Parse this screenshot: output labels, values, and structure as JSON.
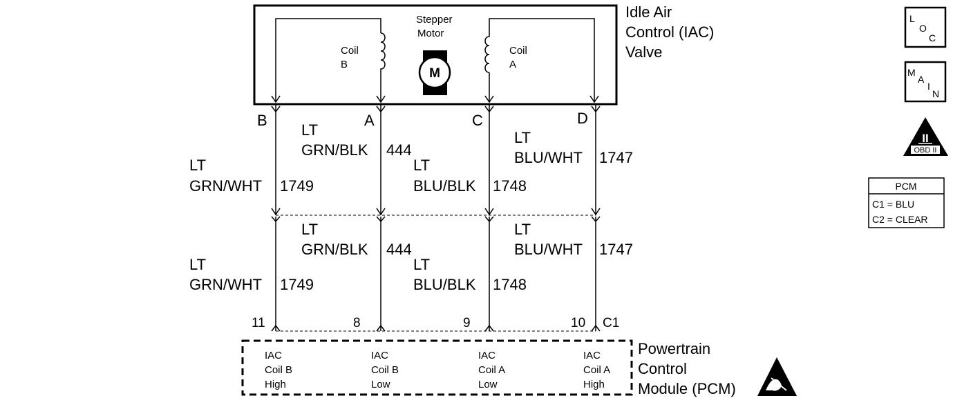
{
  "iac_valve": {
    "title_lines": [
      "Idle Air",
      "Control (IAC)",
      "Valve"
    ],
    "stepper_lines": [
      "Stepper",
      "Motor"
    ],
    "motor_symbol": "M",
    "coil_b_lines": [
      "Coil",
      "B"
    ],
    "coil_a_lines": [
      "Coil",
      "A"
    ]
  },
  "terminals": [
    "B",
    "A",
    "C",
    "D"
  ],
  "wires_upper": [
    {
      "color_lines": [
        "LT",
        "GRN/WHT"
      ],
      "circuit": "1749"
    },
    {
      "color_lines": [
        "LT",
        "GRN/BLK"
      ],
      "circuit": "444"
    },
    {
      "color_lines": [
        "LT",
        "BLU/BLK"
      ],
      "circuit": "1748"
    },
    {
      "color_lines": [
        "LT",
        "BLU/WHT"
      ],
      "circuit": "1747"
    }
  ],
  "wires_lower": [
    {
      "color_lines": [
        "LT",
        "GRN/WHT"
      ],
      "circuit": "1749"
    },
    {
      "color_lines": [
        "LT",
        "GRN/BLK"
      ],
      "circuit": "444"
    },
    {
      "color_lines": [
        "LT",
        "BLU/BLK"
      ],
      "circuit": "1748"
    },
    {
      "color_lines": [
        "LT",
        "BLU/WHT"
      ],
      "circuit": "1747"
    }
  ],
  "pcm_pins": [
    "11",
    "8",
    "9",
    "10"
  ],
  "pcm_connector": "C1",
  "pcm": {
    "title_lines": [
      "Powertrain",
      "Control",
      "Module (PCM)"
    ],
    "circuits": [
      {
        "lines": [
          "IAC",
          "Coil B",
          "High"
        ]
      },
      {
        "lines": [
          "IAC",
          "Coil B",
          "Low"
        ]
      },
      {
        "lines": [
          "IAC",
          "Coil A",
          "Low"
        ]
      },
      {
        "lines": [
          "IAC",
          "Coil A",
          "High"
        ]
      }
    ]
  },
  "icons": {
    "loc": {
      "l": "L",
      "o": "O",
      "c": "C"
    },
    "main": {
      "m": "M",
      "a": "A",
      "i": "I",
      "n": "N"
    },
    "obd": {
      "numeral": "II",
      "label": "OBD II"
    }
  },
  "connector_table": {
    "header": "PCM",
    "rows": [
      "C1 = BLU",
      "C2 = CLEAR"
    ]
  },
  "icon_semantics": [
    "esd-warning-icon",
    "location-icon",
    "main-icon",
    "obd-ii-icon"
  ]
}
